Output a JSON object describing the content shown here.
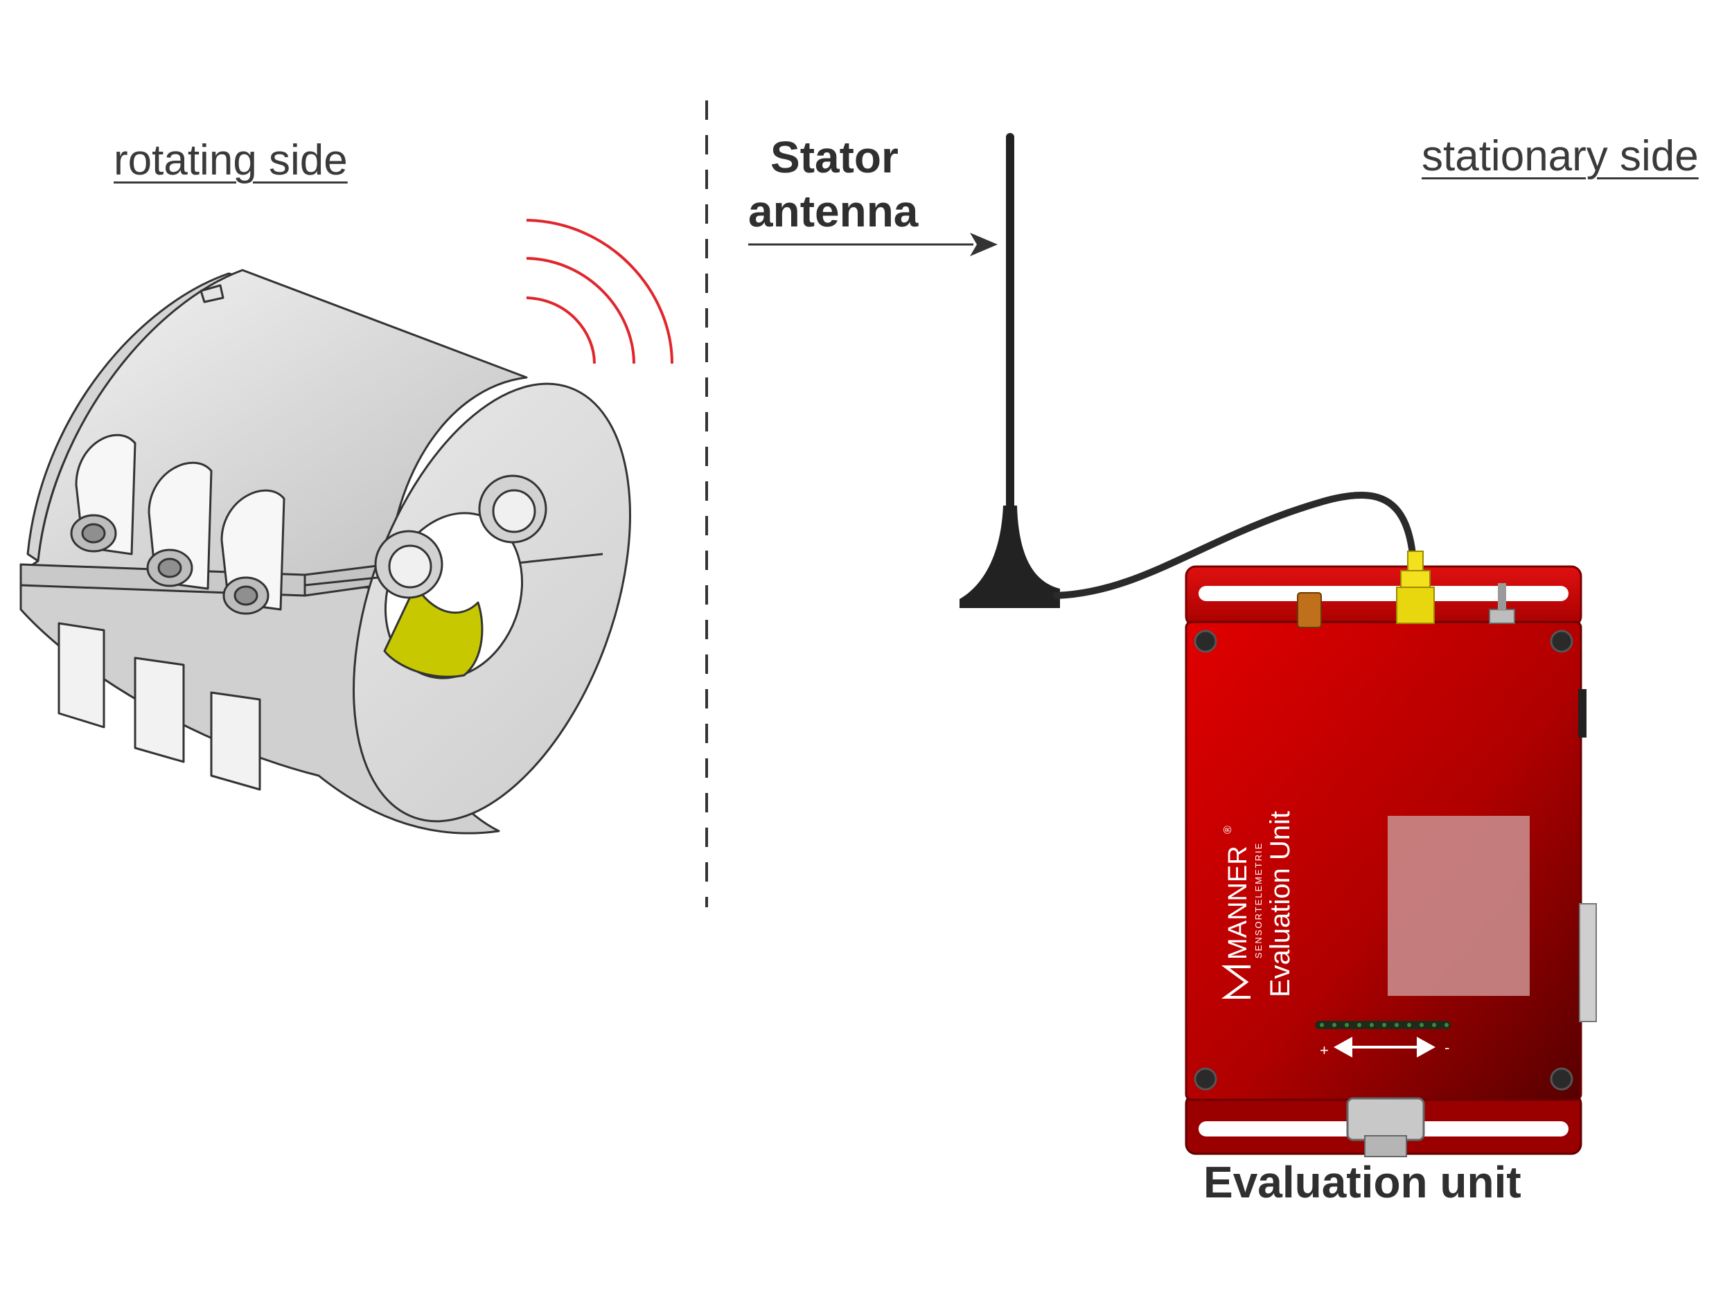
{
  "labels": {
    "rotating_side": "rotating side",
    "stationary_side": "stationary side",
    "stator_line1": "Stator",
    "stator_line2": "antenna",
    "evaluation_unit": "Evaluation unit"
  },
  "device": {
    "brand": "MANNER",
    "registered": "®",
    "brand_sub": "SENSORTELEMETRIE",
    "model": "Evaluation Unit",
    "plus": "+",
    "minus": "-"
  },
  "colors": {
    "signal_waves": "#e0262c",
    "enclosure_red": "#c40000",
    "sma_connector": "#f2e11c",
    "rotor_marker": "#c8c800"
  },
  "icons": [
    "radio-waves-icon",
    "antenna-icon",
    "double-arrow-icon"
  ]
}
